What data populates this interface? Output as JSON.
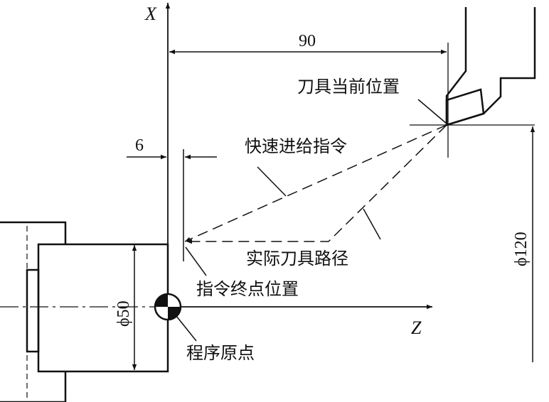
{
  "labels": {
    "axis_x": "X",
    "axis_z": "Z",
    "dim_90": "90",
    "dim_6": "6",
    "dim_phi50": "ϕ50",
    "dim_phi120": "ϕ120",
    "tool_position": "刀具当前位置",
    "rapid_command": "快速进给指令",
    "actual_path": "实际刀具路径",
    "command_end": "指令终点位置",
    "program_origin": "程序原点"
  }
}
